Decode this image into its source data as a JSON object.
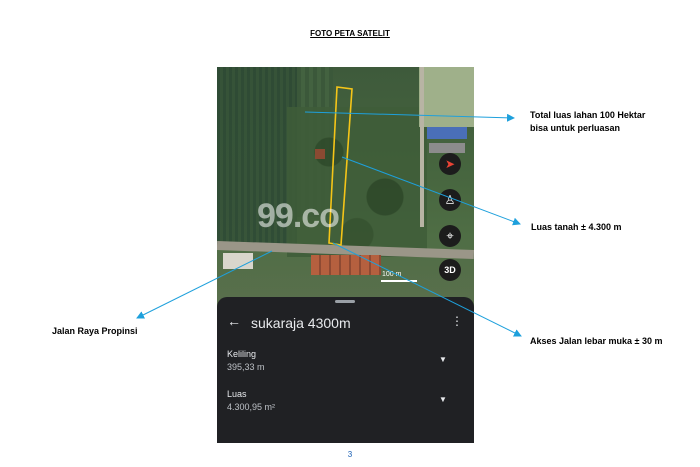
{
  "document": {
    "title": "FOTO PETA SATELIT",
    "page_number": "3"
  },
  "map": {
    "watermark": "99.co",
    "scale_label": "100 m",
    "controls": {
      "compass_icon": "compass-icon",
      "person_icon": "street-view-icon",
      "locate_icon": "my-location-icon",
      "btn_3d": "3D"
    },
    "plot_color": "#f5c518"
  },
  "sheet": {
    "title": "sukaraja 4300m",
    "rows": [
      {
        "label": "Keliling",
        "value": "395,33 m"
      },
      {
        "label": "Luas",
        "value": "4.300,95 m²"
      }
    ]
  },
  "annotations": {
    "total": "Total luas lahan 100 Hektar bisa untuk perluasan",
    "total_line1": "Total luas lahan 100 Hektar",
    "total_line2": "bisa untuk perluasan",
    "luas": "Luas tanah ± 4.300 m",
    "jalan": "Jalan Raya Propinsi",
    "akses": "Akses Jalan lebar muka ± 30 m",
    "arrow_color": "#1ea0dc"
  }
}
